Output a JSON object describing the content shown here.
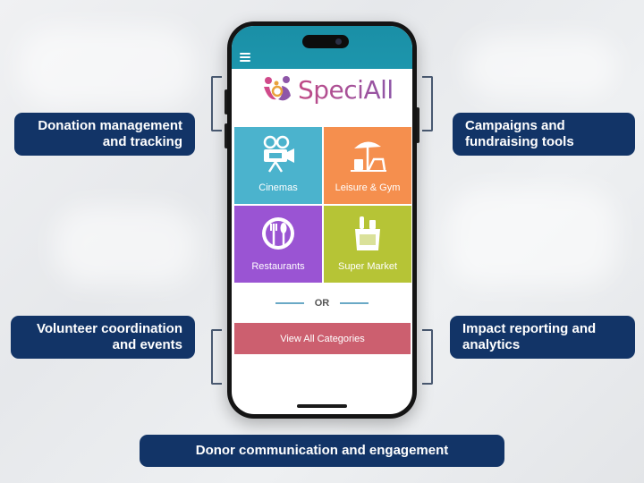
{
  "features": {
    "donation": {
      "line1": "Donation management",
      "line2": "and tracking"
    },
    "campaigns": {
      "line1": "Campaigns and",
      "line2": "fundraising tools"
    },
    "volunteer": {
      "line1": "Volunteer coordination",
      "line2": "and events"
    },
    "impact": {
      "line1": "Impact reporting and",
      "line2": "analytics"
    },
    "donor": {
      "text": "Donor communication and engagement"
    }
  },
  "app": {
    "brand": "SpeciAll",
    "header_color": "#1d96ad",
    "tiles": [
      {
        "label": "Cinemas",
        "icon": "projector-icon",
        "color": "#4bb3cd"
      },
      {
        "label": "Leisure & Gym",
        "icon": "beach-umbrella-icon",
        "color": "#f58f4e"
      },
      {
        "label": "Restaurants",
        "icon": "plate-fork-icon",
        "color": "#9a54d3"
      },
      {
        "label": "Super Market",
        "icon": "grocery-bag-icon",
        "color": "#b6c436"
      }
    ],
    "or_label": "OR",
    "view_all_label": "View All Categories",
    "view_all_color": "#cc5f6f"
  },
  "colors": {
    "callout_bg": "#123467",
    "bracket": "#4a5a72"
  }
}
